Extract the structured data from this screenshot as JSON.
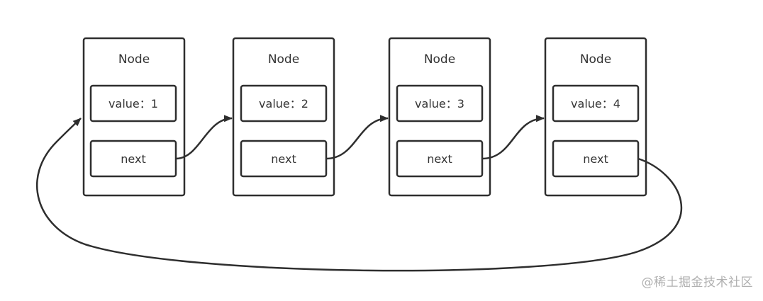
{
  "nodes": [
    {
      "title": "Node",
      "value_label": "value：1",
      "next_label": "next"
    },
    {
      "title": "Node",
      "value_label": "value：2",
      "next_label": "next"
    },
    {
      "title": "Node",
      "value_label": "value：3",
      "next_label": "next"
    },
    {
      "title": "Node",
      "value_label": "value：4",
      "next_label": "next"
    }
  ],
  "watermark": "@稀土掘金技术社区",
  "colors": {
    "stroke": "#2e2e2e",
    "text": "#333333",
    "watermark": "#b0b0b0"
  }
}
